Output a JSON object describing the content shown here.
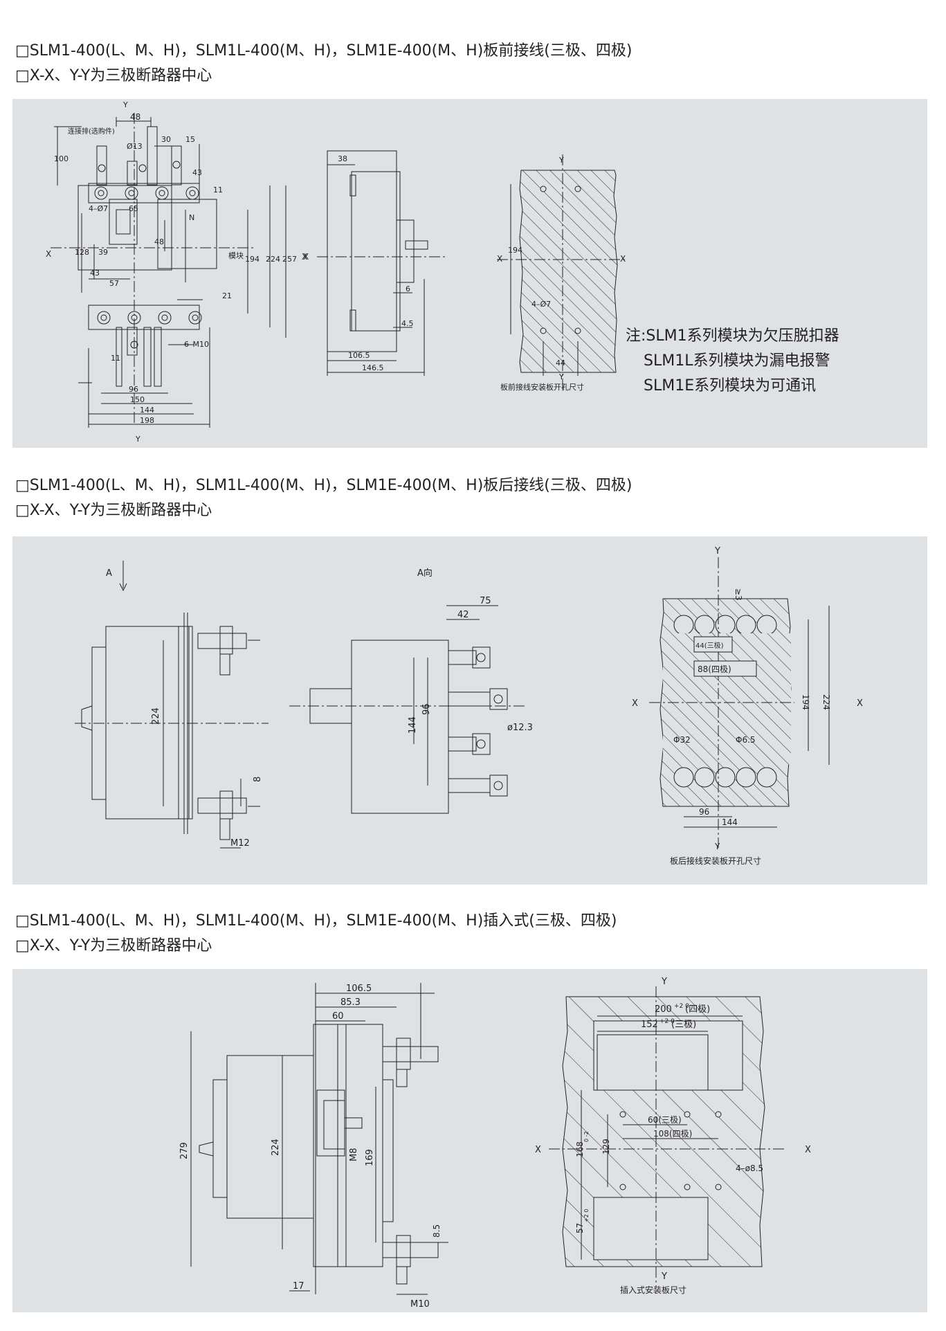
{
  "section1": {
    "title": "□SLM1-400(L、M、H)，SLM1L-400(M、H)，SLM1E-400(M、H)板前接线(三极、四极)",
    "subtitle": "□X-X、Y-Y为三极断路器中心",
    "front": {
      "connector_label": "连接排(选购件)",
      "dims": {
        "d48": "48",
        "d13": "Ø13",
        "d30": "30",
        "d15": "15",
        "d100": "100",
        "d43a": "43",
        "d11": "11",
        "d4phi7": "4–Ø7",
        "d65": "65",
        "dN": "N",
        "d128": "128",
        "d39": "39",
        "d48b": "48",
        "d43b": "43",
        "d57": "57",
        "module": "模块",
        "d194": "194",
        "d224": "224",
        "d257": "257",
        "d21": "21",
        "d6m10": "6–M10",
        "d11b": "11",
        "d96": "96",
        "d150": "150",
        "d144": "144",
        "d198": "198"
      },
      "axis_x": "X",
      "axis_y": "Y"
    },
    "side": {
      "d38": "38",
      "d6": "6",
      "d45": "4.5",
      "d1065": "106.5",
      "d1465": "146.5",
      "axis_x": "X"
    },
    "cutout": {
      "axis_x": "X",
      "axis_y": "Y",
      "d194": "194",
      "d4phi7": "4–Ø7",
      "d44": "44",
      "caption": "板前接线安装板开孔尺寸"
    },
    "notes": [
      "注:SLM1系列模块为欠压脱扣器",
      "SLM1L系列模块为漏电报警",
      "SLM1E系列模块为可通讯"
    ]
  },
  "section2": {
    "title": "□SLM1-400(L、M、H)，SLM1L-400(M、H)，SLM1E-400(M、H)板后接线(三极、四极)",
    "subtitle": "□X-X、Y-Y为三极断路器中心",
    "side": {
      "A": "A",
      "d224": "224",
      "d8": "8",
      "m12": "M12"
    },
    "aview": {
      "label": "A向",
      "d75": "75",
      "d42": "42",
      "d96": "96",
      "d144": "144",
      "phi123": "ø12.3"
    },
    "cutout": {
      "axis_x": "X",
      "axis_y": "Y",
      "ge3": "≥3",
      "d44": "44(三极)",
      "d88": "88(四极)",
      "d194": "194",
      "d224": "224",
      "phi32": "Φ32",
      "phi65": "Φ6.5",
      "d96": "96",
      "d144": "144",
      "caption": "板后接线安装板开孔尺寸"
    }
  },
  "section3": {
    "title": "□SLM1-400(L、M、H)，SLM1L-400(M、H)，SLM1E-400(M、H)插入式(三极、四极)",
    "subtitle": "□X-X、Y-Y为三极断路器中心",
    "side": {
      "d1065": "106.5",
      "d853": "85.3",
      "d60": "60",
      "d279": "279",
      "d224": "224",
      "m8": "M8",
      "d169": "169",
      "d85": "8.5",
      "d17": "17",
      "m10": "M10"
    },
    "cutout": {
      "axis_x": "X",
      "axis_y": "Y",
      "d200": "200",
      "d200tol": "+2 0",
      "d200s": "(四极)",
      "d152": "152",
      "d152tol": "+2 0",
      "d152s": "(三极)",
      "d60": "60(三极)",
      "d108": "108(四极)",
      "d168": "168",
      "d168tol": "0 -2",
      "d129": "129",
      "d4phi85": "4–ø8.5",
      "d57": "57",
      "d57tol": "+2 0",
      "caption": "插入式安装板尺寸"
    }
  }
}
